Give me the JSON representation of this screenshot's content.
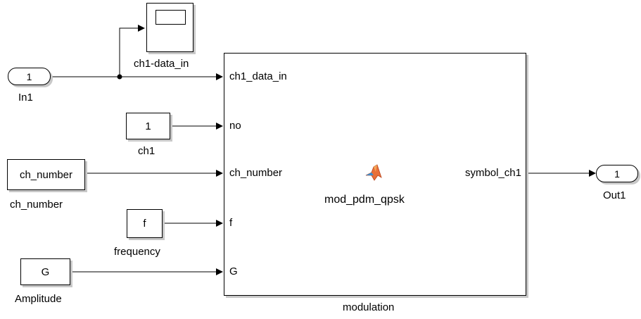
{
  "inport": {
    "number": "1",
    "name": "In1"
  },
  "outport": {
    "number": "1",
    "name": "Out1"
  },
  "scope": {
    "name": "ch1-data_in"
  },
  "constants": {
    "ch1": {
      "value": "1",
      "name": "ch1"
    },
    "ch_number": {
      "value": "ch_number",
      "name": "ch_number"
    },
    "frequency": {
      "value": "f",
      "name": "frequency"
    },
    "amplitude": {
      "value": "G",
      "name": "Amplitude"
    }
  },
  "subsystem": {
    "name": "modulation",
    "function": "mod_pdm_qpsk",
    "inputs": [
      "ch1_data_in",
      "no",
      "ch_number",
      "f",
      "G"
    ],
    "output": "symbol_ch1",
    "icon": "matlab-function-icon"
  }
}
